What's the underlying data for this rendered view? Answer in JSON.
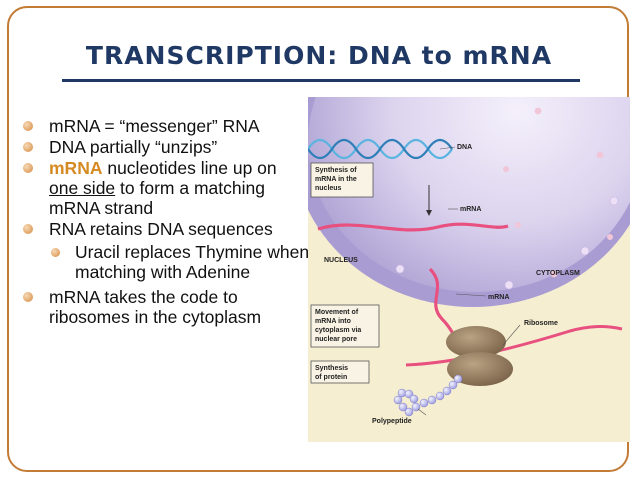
{
  "slide": {
    "title": "TRANSCRIPTION:  DNA to mRNA",
    "bullets": {
      "b1": "mRNA = “messenger” RNA",
      "b2": "DNA partially “unzips”",
      "b3": {
        "highlight": "mRNA",
        "part1": " nucleotides line up on ",
        "underline": "one side",
        "part2": " to form a matching mRNA strand"
      },
      "b4": "RNA retains DNA sequences",
      "b4_sub": "Uracil replaces Thymine when matching with Adenine",
      "b5": "mRNA takes the code to ribosomes in the cytoplasm"
    }
  },
  "figure": {
    "labels": {
      "dna": "DNA",
      "mrna_top": "mRNA",
      "nucleus": "NUCLEUS",
      "cytoplasm": "CYTOPLASM",
      "mrna_bottom": "mRNA",
      "ribosome": "Ribosome",
      "polypeptide": "Polypeptide"
    },
    "boxes": {
      "synthesis_mrna": [
        "Synthesis of",
        "mRNA in the",
        "nucleus"
      ],
      "movement": [
        "Movement of",
        "mRNA into",
        "cytoplasm via",
        "nuclear pore"
      ],
      "synthesis_protein": [
        "Synthesis",
        "of protein"
      ]
    },
    "colors": {
      "cytoplasm": "#f6eed0",
      "nucleus": "#b8acd8",
      "mrna": "#e85080",
      "dna": "#5ab4e0",
      "ribosome": "#9c8468",
      "polypeptide": "#c4c4ee"
    }
  }
}
